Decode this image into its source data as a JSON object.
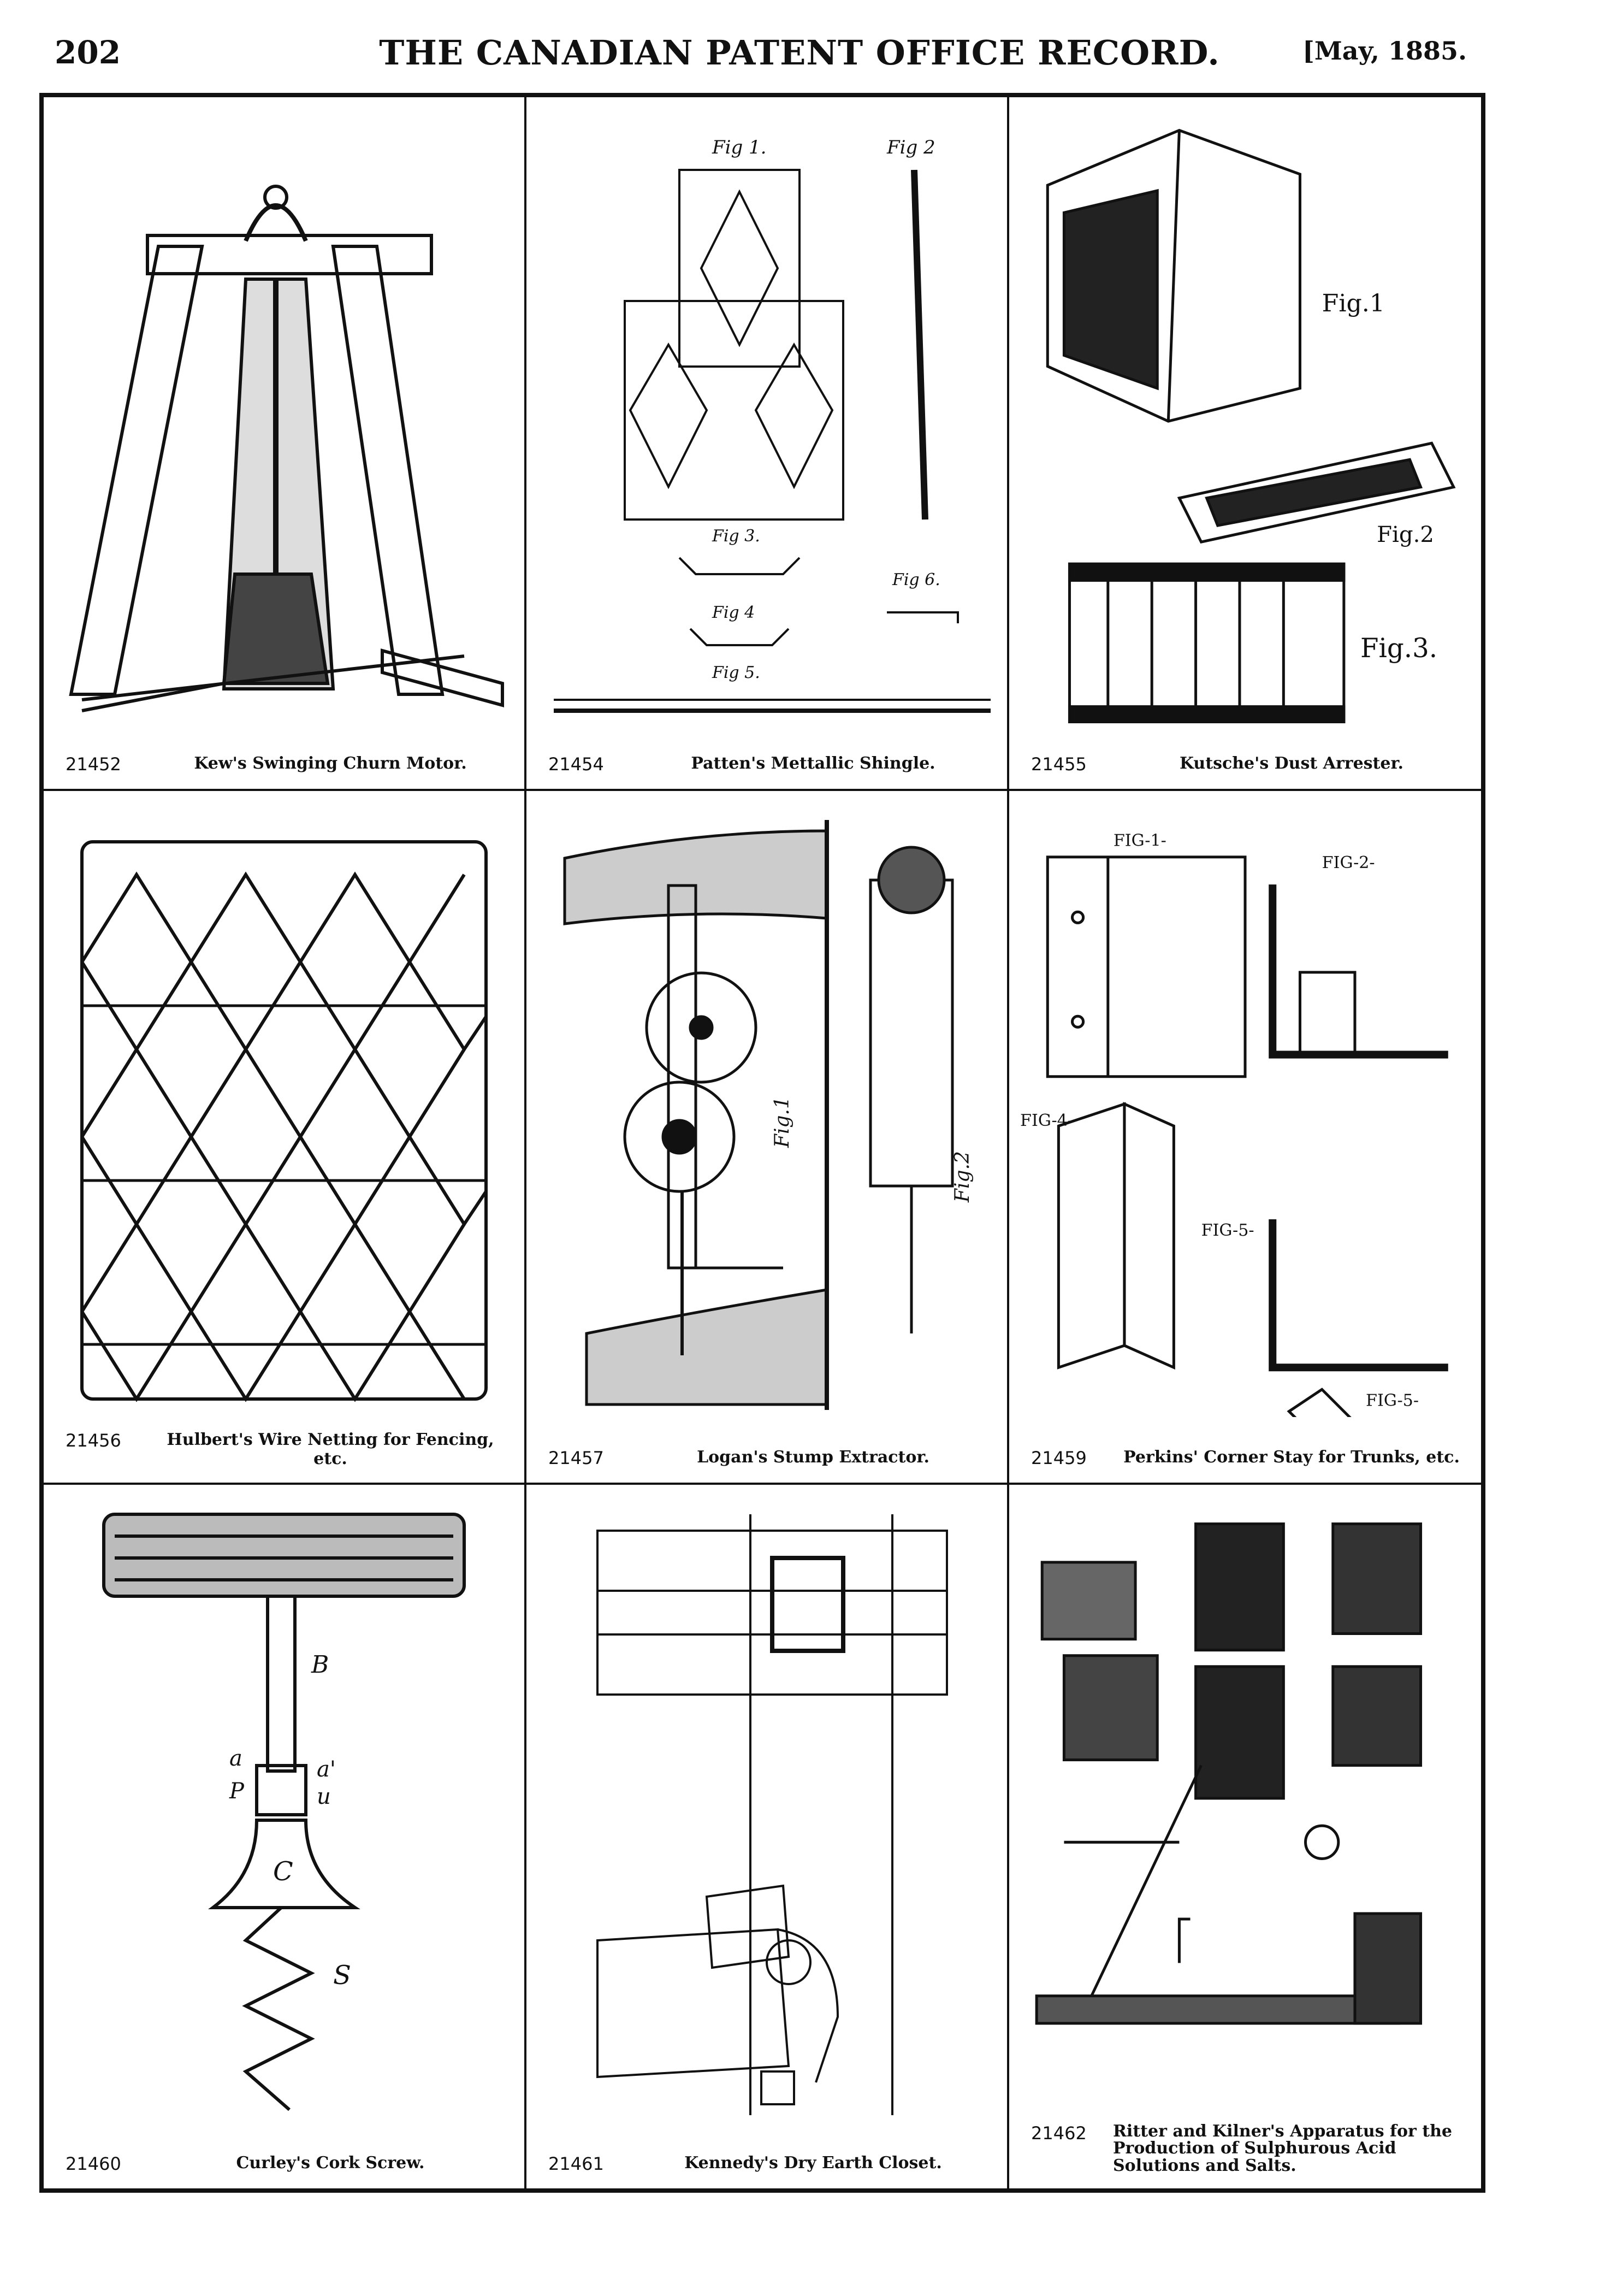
{
  "header": {
    "page_number": "202",
    "title": "THE CANADIAN PATENT OFFICE RECORD.",
    "date": "[May, 1885."
  },
  "patents": [
    {
      "number": "21452",
      "caption": "Kew's Swinging Churn Motor."
    },
    {
      "number": "21454",
      "caption": "Patten's Mettallic Shingle."
    },
    {
      "number": "21455",
      "caption": "Kutsche's Dust Arrester."
    },
    {
      "number": "21456",
      "caption": "Hulbert's Wire Netting for Fencing, etc."
    },
    {
      "number": "21457",
      "caption": "Logan's Stump Extractor."
    },
    {
      "number": "21459",
      "caption": "Perkins' Corner Stay for Trunks, etc."
    },
    {
      "number": "21460",
      "caption": "Curley's Cork Screw."
    },
    {
      "number": "21461",
      "caption": "Kennedy's Dry Earth Closet."
    },
    {
      "number": "21462",
      "caption": "Ritter and Kilner's Apparatus for the Production of Sulphurous Acid Solutions and Salts."
    }
  ],
  "figure_labels": {
    "shingle": [
      "Fig 1.",
      "Fig 2",
      "Fig 3.",
      "Fig 4",
      "Fig 5.",
      "Fig 6."
    ],
    "dust": [
      "Fig.1",
      "Fig.2",
      "Fig.3."
    ],
    "stump": [
      "Fig.1",
      "Fig.2"
    ],
    "corner": [
      "FIG-1-",
      "FIG-2-",
      "FIG-4-",
      "FIG-5-",
      "FIG-5-"
    ],
    "cork": [
      "B",
      "a",
      "a'",
      "P",
      "u",
      "C",
      "S"
    ]
  }
}
